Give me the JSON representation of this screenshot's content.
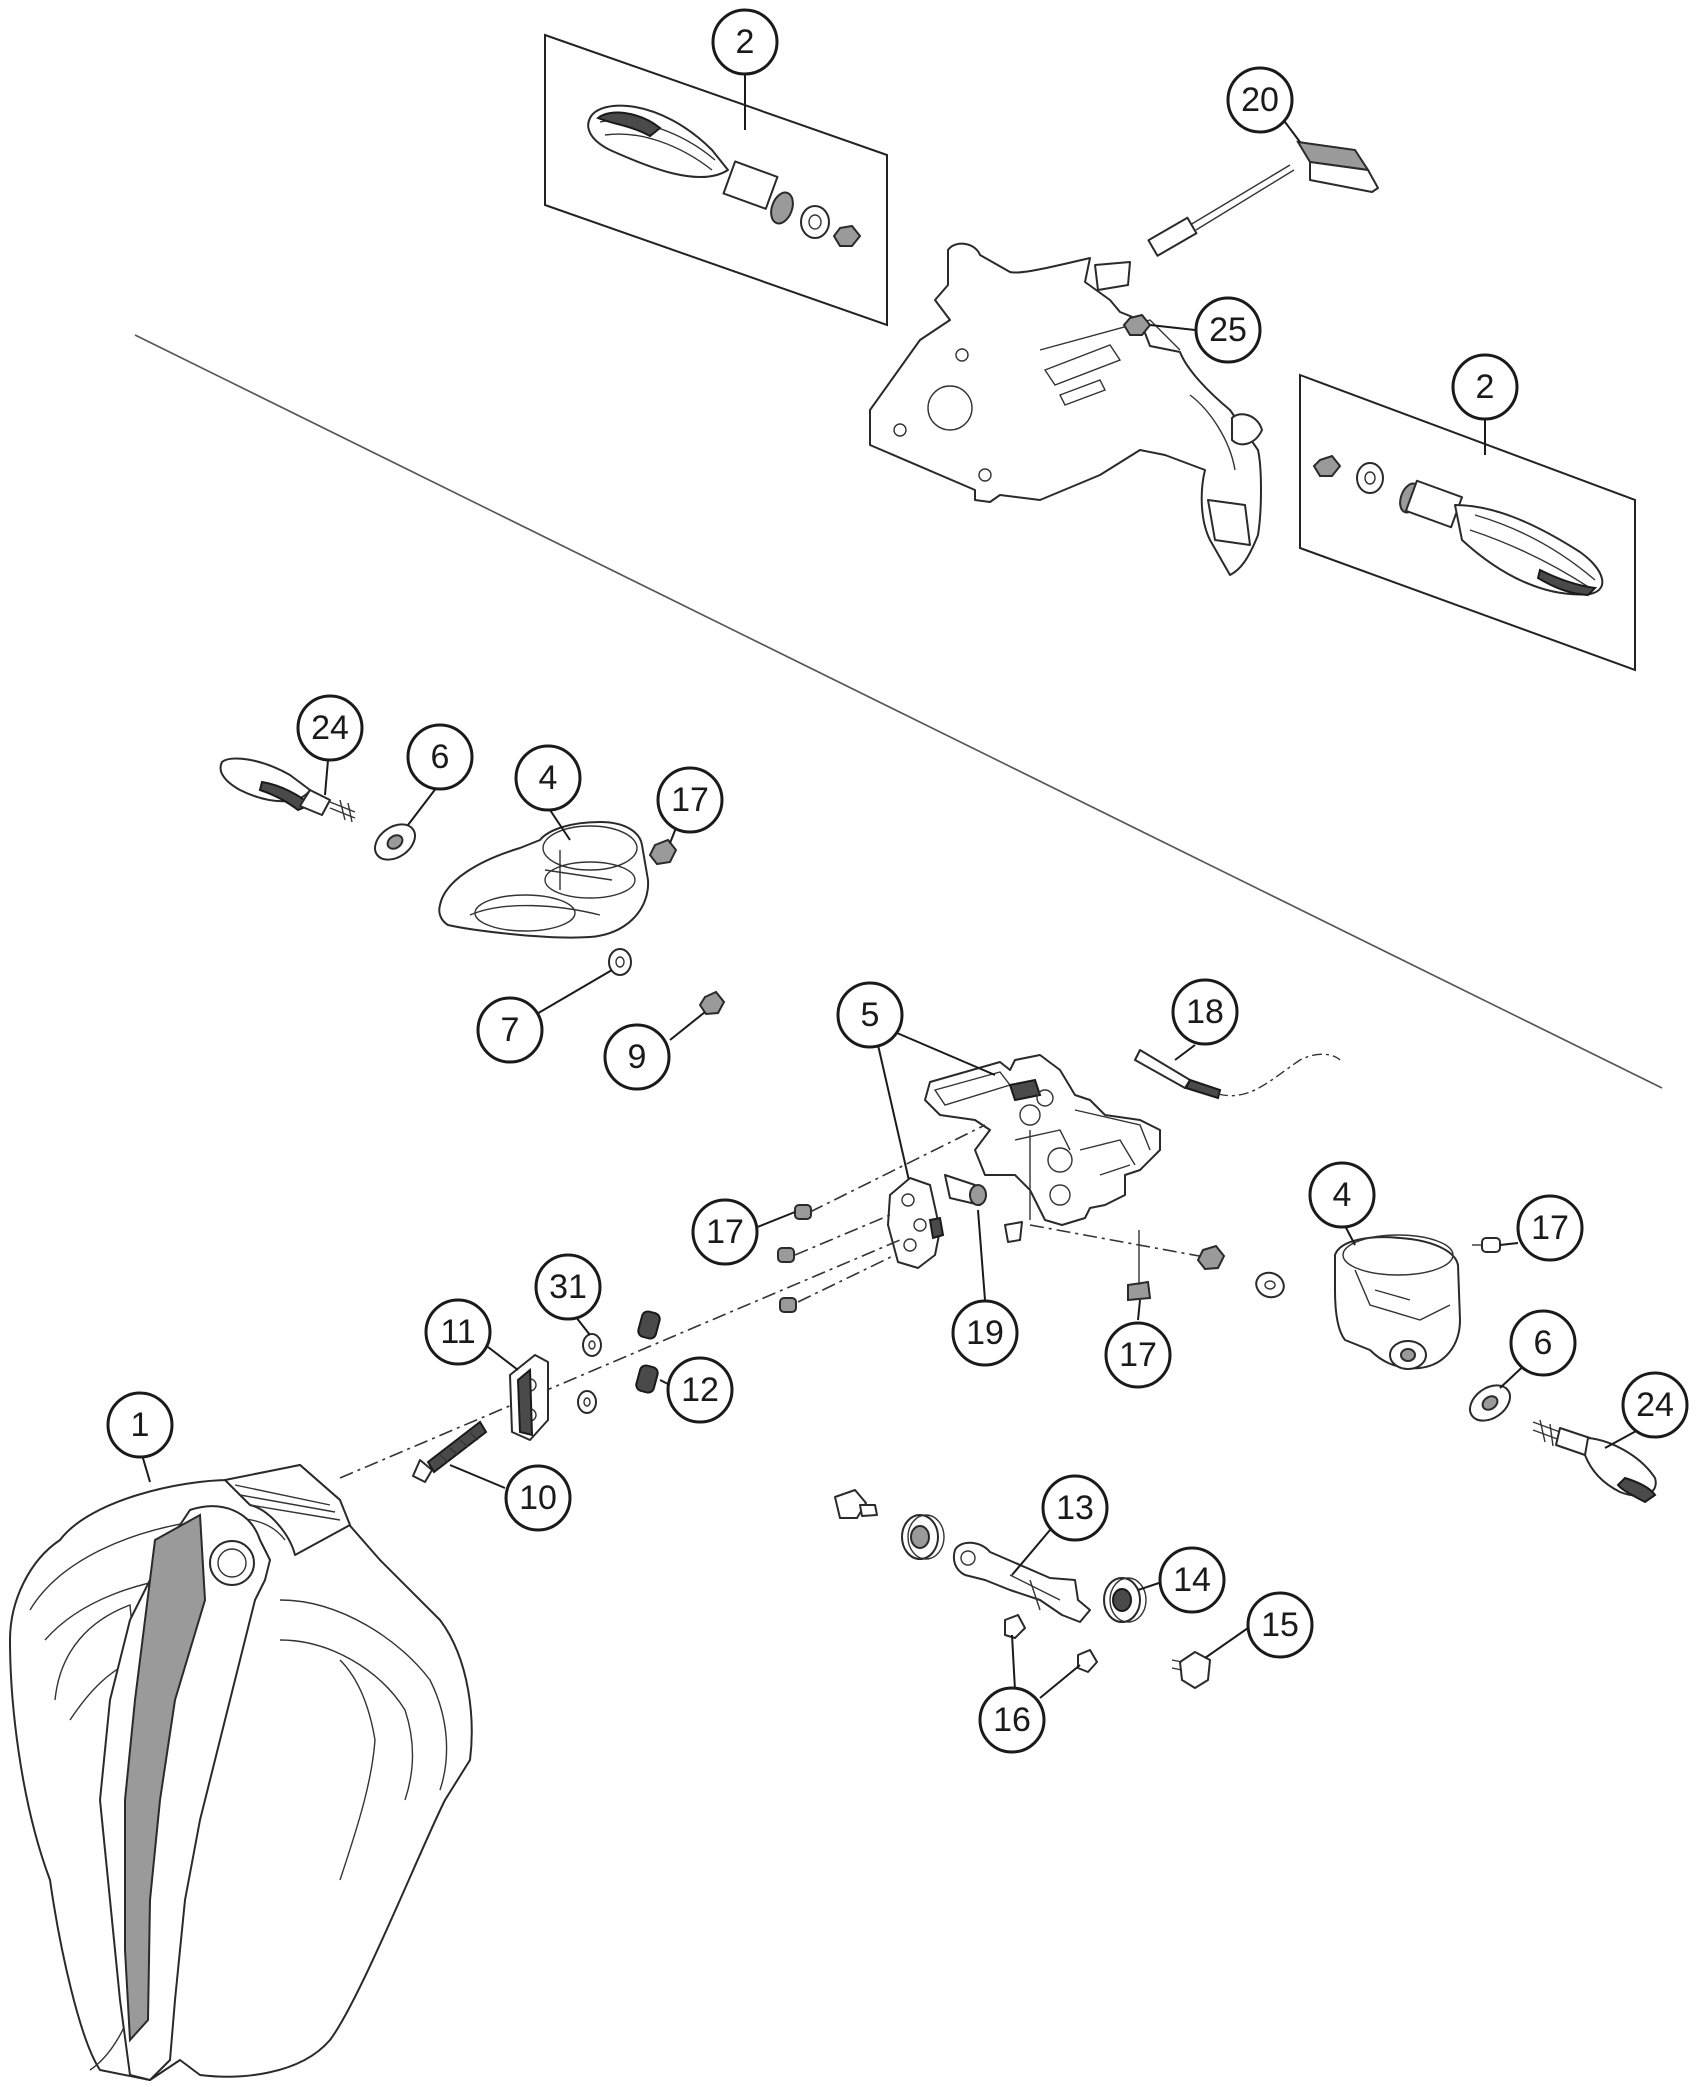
{
  "callouts": [
    {
      "id": "c2a",
      "label": "2"
    },
    {
      "id": "c20",
      "label": "20"
    },
    {
      "id": "c25",
      "label": "25"
    },
    {
      "id": "c2b",
      "label": "2"
    },
    {
      "id": "c24a",
      "label": "24"
    },
    {
      "id": "c6a",
      "label": "6"
    },
    {
      "id": "c4a",
      "label": "4"
    },
    {
      "id": "c17a",
      "label": "17"
    },
    {
      "id": "c7",
      "label": "7"
    },
    {
      "id": "c9",
      "label": "9"
    },
    {
      "id": "c5",
      "label": "5"
    },
    {
      "id": "c18",
      "label": "18"
    },
    {
      "id": "c4b",
      "label": "4"
    },
    {
      "id": "c17b",
      "label": "17"
    },
    {
      "id": "c17c",
      "label": "17"
    },
    {
      "id": "c19",
      "label": "19"
    },
    {
      "id": "c17d",
      "label": "17"
    },
    {
      "id": "c31",
      "label": "31"
    },
    {
      "id": "c11",
      "label": "11"
    },
    {
      "id": "c12",
      "label": "12"
    },
    {
      "id": "c6b",
      "label": "6"
    },
    {
      "id": "c24b",
      "label": "24"
    },
    {
      "id": "c1",
      "label": "1"
    },
    {
      "id": "c10",
      "label": "10"
    },
    {
      "id": "c13",
      "label": "13"
    },
    {
      "id": "c14",
      "label": "14"
    },
    {
      "id": "c15",
      "label": "15"
    },
    {
      "id": "c16",
      "label": "16"
    }
  ]
}
